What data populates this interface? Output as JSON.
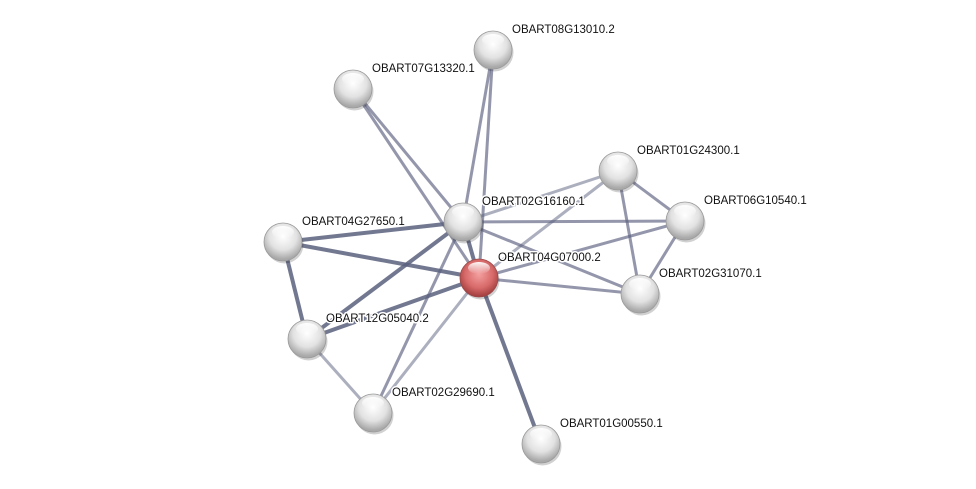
{
  "network": {
    "query_node": "OBART04G07000.2",
    "nodes": [
      {
        "id": "OBART08G13010.2"
      },
      {
        "id": "OBART07G13320.1"
      },
      {
        "id": "OBART01G24300.1"
      },
      {
        "id": "OBART06G10540.1"
      },
      {
        "id": "OBART02G16160.1"
      },
      {
        "id": "OBART04G27650.1"
      },
      {
        "id": "OBART04G07000.2"
      },
      {
        "id": "OBART02G31070.1"
      },
      {
        "id": "OBART12G05040.2"
      },
      {
        "id": "OBART02G29690.1"
      },
      {
        "id": "OBART01G00550.1"
      }
    ],
    "edges": [
      [
        "OBART07G13320.1",
        "OBART02G16160.1"
      ],
      [
        "OBART07G13320.1",
        "OBART04G07000.2"
      ],
      [
        "OBART08G13010.2",
        "OBART02G16160.1"
      ],
      [
        "OBART08G13010.2",
        "OBART04G07000.2"
      ],
      [
        "OBART02G16160.1",
        "OBART04G27650.1"
      ],
      [
        "OBART02G16160.1",
        "OBART04G07000.2"
      ],
      [
        "OBART02G16160.1",
        "OBART01G24300.1"
      ],
      [
        "OBART02G16160.1",
        "OBART06G10540.1"
      ],
      [
        "OBART02G16160.1",
        "OBART02G31070.1"
      ],
      [
        "OBART02G16160.1",
        "OBART12G05040.2"
      ],
      [
        "OBART02G16160.1",
        "OBART02G29690.1"
      ],
      [
        "OBART04G07000.2",
        "OBART04G27650.1"
      ],
      [
        "OBART04G07000.2",
        "OBART12G05040.2"
      ],
      [
        "OBART04G07000.2",
        "OBART02G29690.1"
      ],
      [
        "OBART04G07000.2",
        "OBART01G00550.1"
      ],
      [
        "OBART04G07000.2",
        "OBART01G24300.1"
      ],
      [
        "OBART04G07000.2",
        "OBART06G10540.1"
      ],
      [
        "OBART04G07000.2",
        "OBART02G31070.1"
      ],
      [
        "OBART04G27650.1",
        "OBART12G05040.2"
      ],
      [
        "OBART12G05040.2",
        "OBART02G29690.1"
      ],
      [
        "OBART01G24300.1",
        "OBART06G10540.1"
      ],
      [
        "OBART01G24300.1",
        "OBART02G31070.1"
      ],
      [
        "OBART06G10540.1",
        "OBART02G31070.1"
      ]
    ],
    "colors": {
      "query": "#e07070",
      "node": "#e4e4e4",
      "edge": "#5a607e"
    }
  }
}
